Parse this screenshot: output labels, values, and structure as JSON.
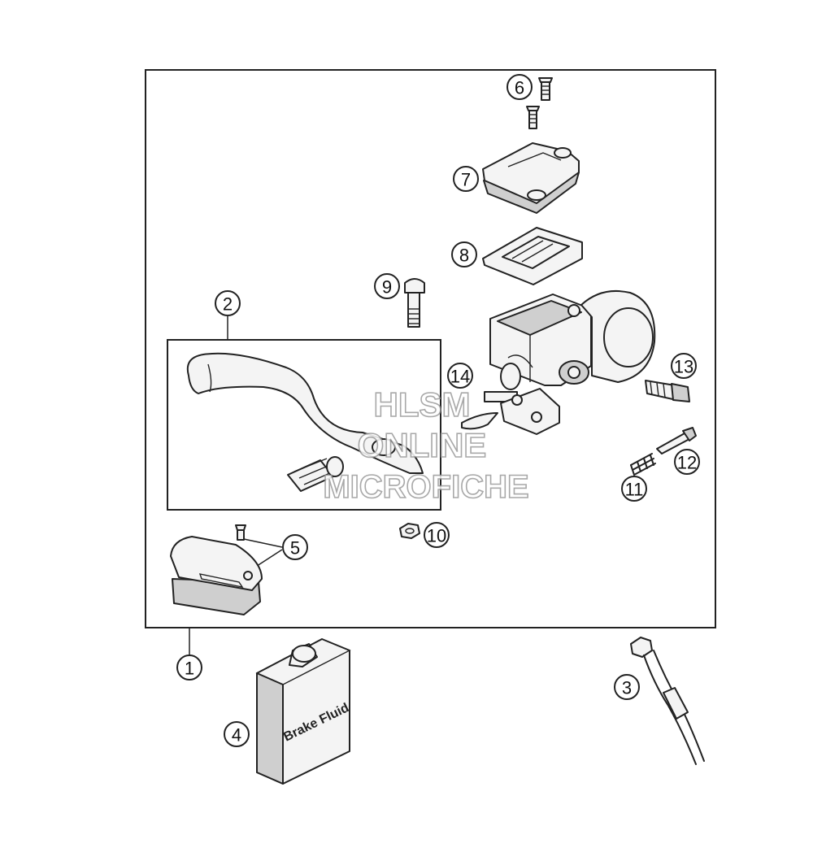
{
  "callouts": [
    {
      "id": "c1",
      "label": "1"
    },
    {
      "id": "c2",
      "label": "2"
    },
    {
      "id": "c3",
      "label": "3"
    },
    {
      "id": "c4",
      "label": "4"
    },
    {
      "id": "c5",
      "label": "5"
    },
    {
      "id": "c6",
      "label": "6"
    },
    {
      "id": "c7",
      "label": "7"
    },
    {
      "id": "c8",
      "label": "8"
    },
    {
      "id": "c9",
      "label": "9"
    },
    {
      "id": "c10",
      "label": "10"
    },
    {
      "id": "c11",
      "label": "11"
    },
    {
      "id": "c12",
      "label": "12"
    },
    {
      "id": "c13",
      "label": "13"
    },
    {
      "id": "c14",
      "label": "14"
    }
  ],
  "fluid_can_label": "Brake Fluid",
  "watermark": {
    "line1": "HLSM",
    "line2": "ONLINE",
    "line3": "MICROFICHE"
  }
}
